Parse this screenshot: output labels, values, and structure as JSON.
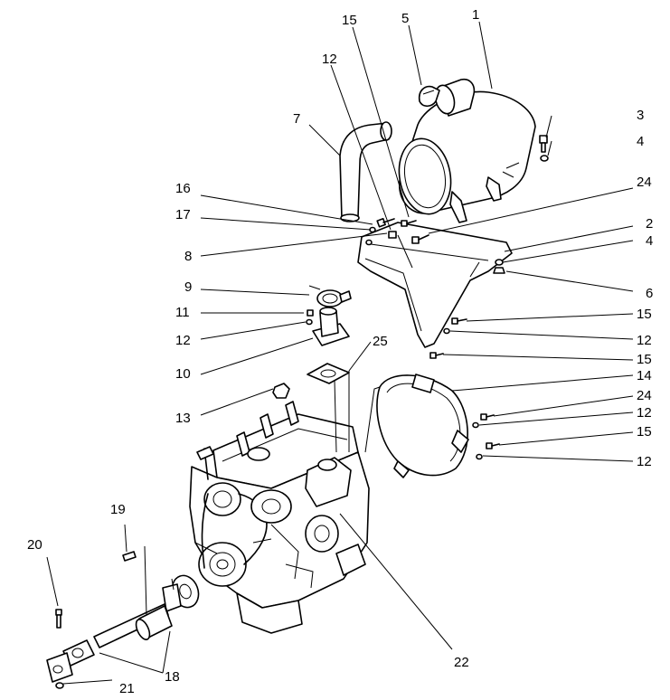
{
  "callouts": {
    "c1": "1",
    "c2": "2",
    "c3": "3",
    "c4a": "4",
    "c4b": "4",
    "c5": "5",
    "c6": "6",
    "c7": "7",
    "c8": "8",
    "c9": "9",
    "c10": "10",
    "c11": "11",
    "c12a": "12",
    "c12b": "12",
    "c12c": "12",
    "c12d": "12",
    "c12e": "12",
    "c13": "13",
    "c14": "14",
    "c15a": "15",
    "c15b": "15",
    "c15c": "15",
    "c15d": "15",
    "c16": "16",
    "c17": "17",
    "c18": "18",
    "c19": "19",
    "c20": "20",
    "c21": "21",
    "c22": "22",
    "c24a": "24",
    "c24b": "24",
    "c25": "25"
  }
}
